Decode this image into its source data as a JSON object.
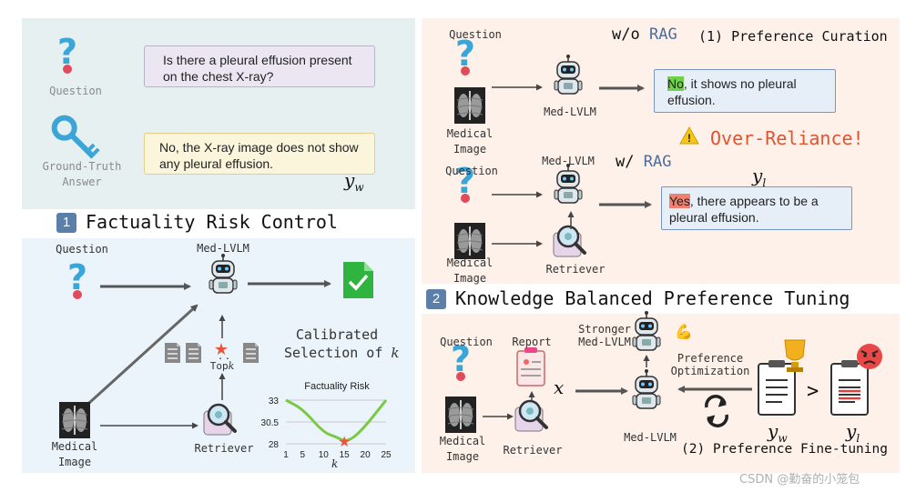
{
  "top_left": {
    "question_label": "Question",
    "question_text": "Is there a pleural effusion present on the chest X-ray?",
    "gt_label_line1": "Ground-Truth",
    "gt_label_line2": "Answer",
    "gt_text": "No, the X-ray image does not show any pleural effusion.",
    "yw": "y",
    "yw_sub": "w"
  },
  "section1": {
    "badge": "1",
    "title": "Factuality Risk Control",
    "question_label": "Question",
    "med_lvlm_label": "Med-LVLM",
    "medical_image_line1": "Medical",
    "medical_image_line2": "Image",
    "retriever_label": "Retriever",
    "topk_label": "Top",
    "topk_var": "k",
    "calibrated_line1": "Calibrated",
    "calibrated_line2": "Selection of",
    "calibrated_var": "k"
  },
  "chart_data": {
    "type": "line",
    "title": "Factuality Risk",
    "xlabel": "k",
    "x_ticks": [
      "1",
      "5",
      "10",
      "15",
      "20",
      "25"
    ],
    "y_ticks": [
      "33",
      "30.5",
      "28"
    ],
    "x": [
      1,
      5,
      10,
      13,
      15,
      17,
      20,
      25
    ],
    "y": [
      33,
      32.0,
      29.3,
      28.8,
      28.3,
      28.6,
      30.0,
      33
    ],
    "ylim": [
      28,
      33
    ],
    "xlim": [
      1,
      25
    ],
    "optimum": {
      "x": 15,
      "y": 28.3
    },
    "line_color": "#7ac943",
    "marker_color": "#e8553d"
  },
  "section_rag": {
    "wo_prefix": "w/o",
    "rag": "RAG",
    "curation_title": "(1) Preference Curation",
    "question_label_a": "Question",
    "medical_image_a_line1": "Medical",
    "medical_image_a_line2": "Image",
    "med_lvlm_label_a": "Med-LVLM",
    "answer_a_highlight": "No",
    "answer_a_rest": ", it shows no pleural effusion.",
    "over_reliance": "Over-Reliance!",
    "w_prefix": "w/",
    "question_label_b": "Question",
    "med_lvlm_label_b": "Med-LVLM",
    "medical_image_b_line1": "Medical",
    "medical_image_b_line2": "Image",
    "retriever_label_b": "Retriever",
    "yl": "y",
    "yl_sub": "l",
    "answer_b_highlight": "Yes",
    "answer_b_rest": ", there appears to be a pleural effusion."
  },
  "section2": {
    "badge": "2",
    "title": "Knowledge Balanced Preference Tuning",
    "question_label": "Question",
    "report_label": "Report",
    "medical_image_line1": "Medical",
    "medical_image_line2": "Image",
    "retriever_label": "Retriever",
    "x_var": "x",
    "stronger_line1": "Stronger",
    "stronger_line2": "Med-LVLM",
    "pref_opt_line1": "Preference",
    "pref_opt_line2": "Optimization",
    "med_lvlm_label": "Med-LVLM",
    "yw": "y",
    "yw_sub": "w",
    "yl": "y",
    "yl_sub": "l",
    "gt": ">",
    "finetune_title": "(2) Preference Fine-tuning"
  },
  "watermark": "CSDN @勤奋的小笼包",
  "colors": {
    "topleft_bg": "#e6f0f0",
    "sec1_bg": "#eaf4fa",
    "right_bg": "#fdf1ea",
    "question_bubble": "#ebe6f2",
    "answer_bubble": "#fbf5dc",
    "rag_blue": "#4a6da0",
    "over_reliance": "#e0532e",
    "yes_red": "#f08070",
    "no_green": "#6fd04a",
    "check_green": "#32b34a",
    "cross_red": "#e0353a"
  }
}
